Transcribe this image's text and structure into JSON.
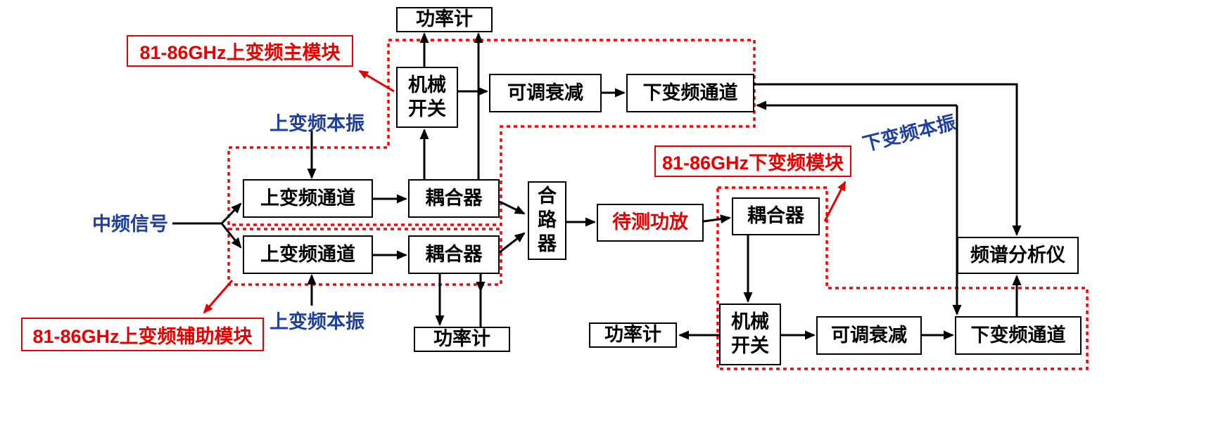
{
  "colors": {
    "ink": "#000000",
    "red": "#e60000",
    "dash": "#ff0000",
    "blue": "#1e3f9f"
  },
  "boxes": {
    "power_meter_top": "功率计",
    "mech_switch_top": "机械开关",
    "adj_atten_top": "可调衰减",
    "downconv_top": "下变频通道",
    "upconv_main": "上变频通道",
    "coupler_main": "耦合器",
    "upconv_aux": "上变频通道",
    "coupler_aux": "耦合器",
    "combiner": "合路器",
    "dut": "待测功放",
    "coupler_out": "耦合器",
    "power_meter_aux": "功率计",
    "power_meter_out": "功率计",
    "mech_switch_bottom": "机械开关",
    "adj_atten_bottom": "可调衰减",
    "downconv_bottom": "下变频通道",
    "spectrum_analyzer": "频谱分析仪"
  },
  "module_labels": {
    "up_main": "81-86GHz上变频主模块",
    "down": "81-86GHz下变频模块",
    "up_aux": "81-86GHz上变频辅助模块"
  },
  "signal_labels": {
    "if_input": "中频信号",
    "lo_up_top": "上变频本振",
    "lo_up_bottom": "上变频本振",
    "lo_down": "下变频本振"
  }
}
